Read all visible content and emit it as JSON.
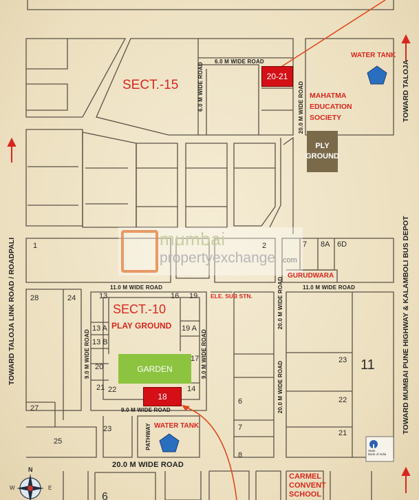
{
  "map": {
    "sectors": {
      "sec15": "SECT.-15",
      "sec10": "SECT.-10"
    },
    "play_ground": "PLAY GROUND",
    "garden": "GARDEN",
    "ply_ground": [
      "PLY",
      "GROUND"
    ],
    "water_tank": "WATER TANK",
    "mahatma": [
      "MAHATMA",
      "EDUCATION",
      "SOCIETY"
    ],
    "carmel": [
      "CARMEL",
      "CONVENT",
      "SCHOOL"
    ],
    "gurudwara": "GURUDWARA",
    "ele_sub_stn": "ELE. SUB STN.",
    "highlight_plots": {
      "p2021": "20-21",
      "p18": "18"
    },
    "roads": {
      "r6m": "6.0 M WIDE ROAD",
      "r20m": "20.0 M WIDE ROAD",
      "r11m": "11.0 M WIDE ROAD",
      "r9m": "9.0 M WIDE ROAD",
      "pathway": "PATHWAY"
    },
    "side_labels": {
      "left": "TOWARD TALOJA LINK ROAD / ROADPALI",
      "right_top": "TOWARD TALOJA",
      "right_bottom": "TOWARD MUMBAI PUNE HIGHWAY & KALAMBOLI BUS DEPOT"
    },
    "plots": [
      "1",
      "2",
      "7",
      "8A",
      "6D",
      "28",
      "24",
      "13",
      "16",
      "19",
      "13 A",
      "13 B",
      "19 A",
      "20",
      "17",
      "21",
      "22",
      "14",
      "27",
      "25",
      "23",
      "6",
      "7",
      "8",
      "11",
      "23",
      "22",
      "21",
      "6"
    ],
    "bank": [
      "State",
      "Bank of India"
    ],
    "compass": {
      "n": "N",
      "w": "W",
      "e": "E"
    },
    "watermark": {
      "line1": "mumbai",
      "line2": "propertyexchange",
      "tld": ".com"
    }
  }
}
